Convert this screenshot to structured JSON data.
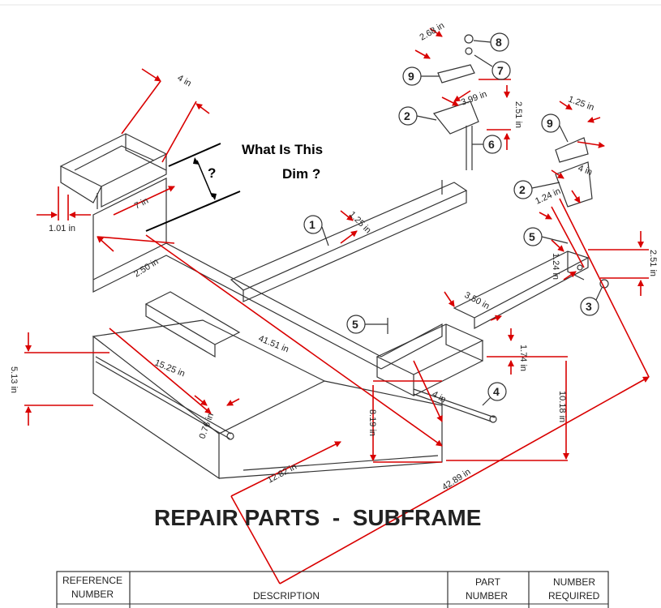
{
  "annotation": {
    "question_line1": "What Is This",
    "question_line2": "Dim ?",
    "marker": "?"
  },
  "title": "REPAIR PARTS  -  SUBFRAME",
  "dimensions": {
    "d_4in_top": "4 in",
    "d_7in": "7 in",
    "d_101": "1.01 in",
    "d_250": "2.50 in",
    "d_125_bar": "1.25 in",
    "d_4151": "41.51 in",
    "d_1525": "15.25 in",
    "d_513": "5.13 in",
    "d_076": "0.76 in",
    "d_1282": "12.82 in",
    "d_819": "8.19 in",
    "d_4in_mid": "4 in",
    "d_350": "3.50 in",
    "d_174": "1.74 in",
    "d_1018": "10.18 in",
    "d_4289": "42.89 in",
    "d_268": "2.68 in",
    "d_399": "3.99 in",
    "d_251_top": "2.51 in",
    "d_125_right": "1.25 in",
    "d_4in_right": "4 in",
    "d_124_a": "1.24 in",
    "d_124_b": "1.24 in",
    "d_251_right": "2.51 in"
  },
  "callouts": [
    "1",
    "2",
    "2",
    "3",
    "4",
    "5",
    "5",
    "6",
    "7",
    "8",
    "9",
    "9"
  ],
  "table": {
    "headers": [
      "REFERENCE NUMBER",
      "DESCRIPTION",
      "PART NUMBER",
      "NUMBER REQUIRED"
    ],
    "h_ref_1": "REFERENCE",
    "h_ref_2": "NUMBER",
    "h_desc": "DESCRIPTION",
    "h_part_1": "PART",
    "h_part_2": "NUMBER",
    "h_req_1": "NUMBER",
    "h_req_2": "REQUIRED"
  },
  "colors": {
    "dimension_lines": "#d90000",
    "drawing": "#333333"
  }
}
